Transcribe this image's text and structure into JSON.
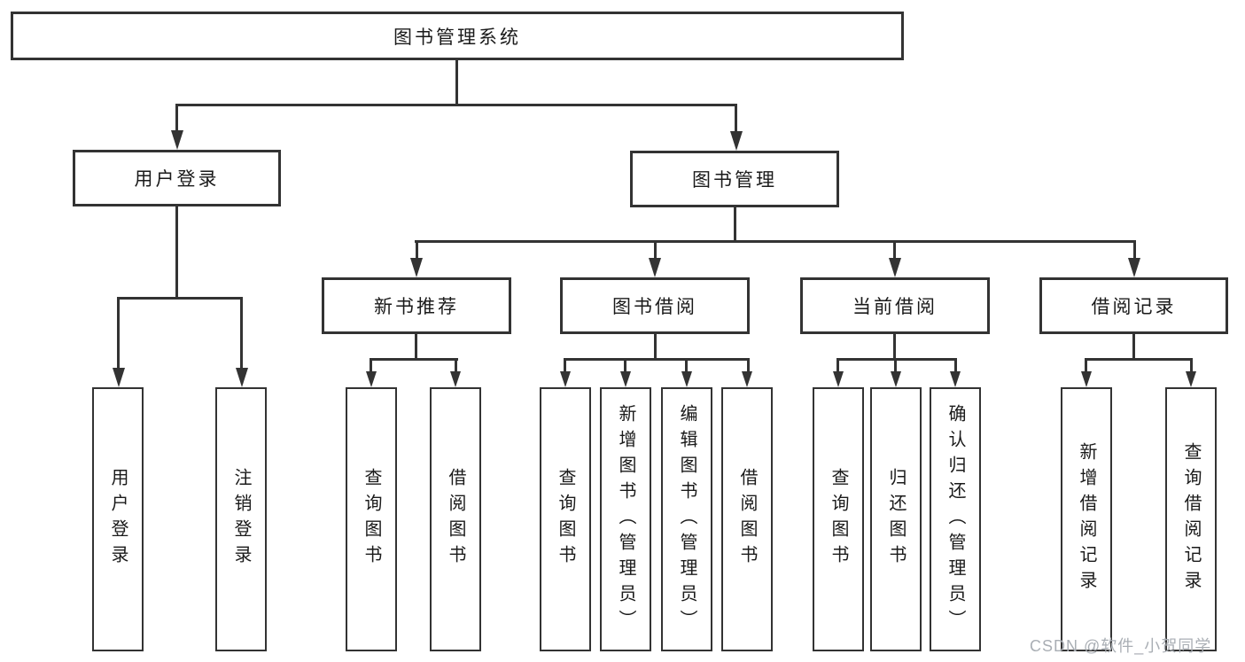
{
  "diagram": {
    "title": "图书管理系统",
    "nodes": {
      "root": "图书管理系统",
      "user_login": "用户登录",
      "book_mgmt": "图书管理",
      "new_book": "新书推荐",
      "book_borrow": "图书借阅",
      "current_borrow": "当前借阅",
      "borrow_records": "借阅记录",
      "leaf_user_login": "用户登录",
      "leaf_logout": "注销登录",
      "leaf_nb_query": "查询图书",
      "leaf_nb_borrow": "借阅图书",
      "leaf_bb_query": "查询图书",
      "leaf_bb_add": "新增图书（管理员）",
      "leaf_bb_edit": "编辑图书（管理员）",
      "leaf_bb_borrow": "借阅图书",
      "leaf_cb_query": "查询图书",
      "leaf_cb_return": "归还图书",
      "leaf_cb_confirm": "确认归还（管理员）",
      "leaf_br_add": "新增借阅记录",
      "leaf_br_query": "查询借阅记录"
    },
    "watermark": "CSDN @软件_小贺同学",
    "colors": {
      "line": "#333333",
      "text": "#1a1a1a",
      "watermark": "#a9aeb4",
      "background": "#ffffff"
    }
  }
}
